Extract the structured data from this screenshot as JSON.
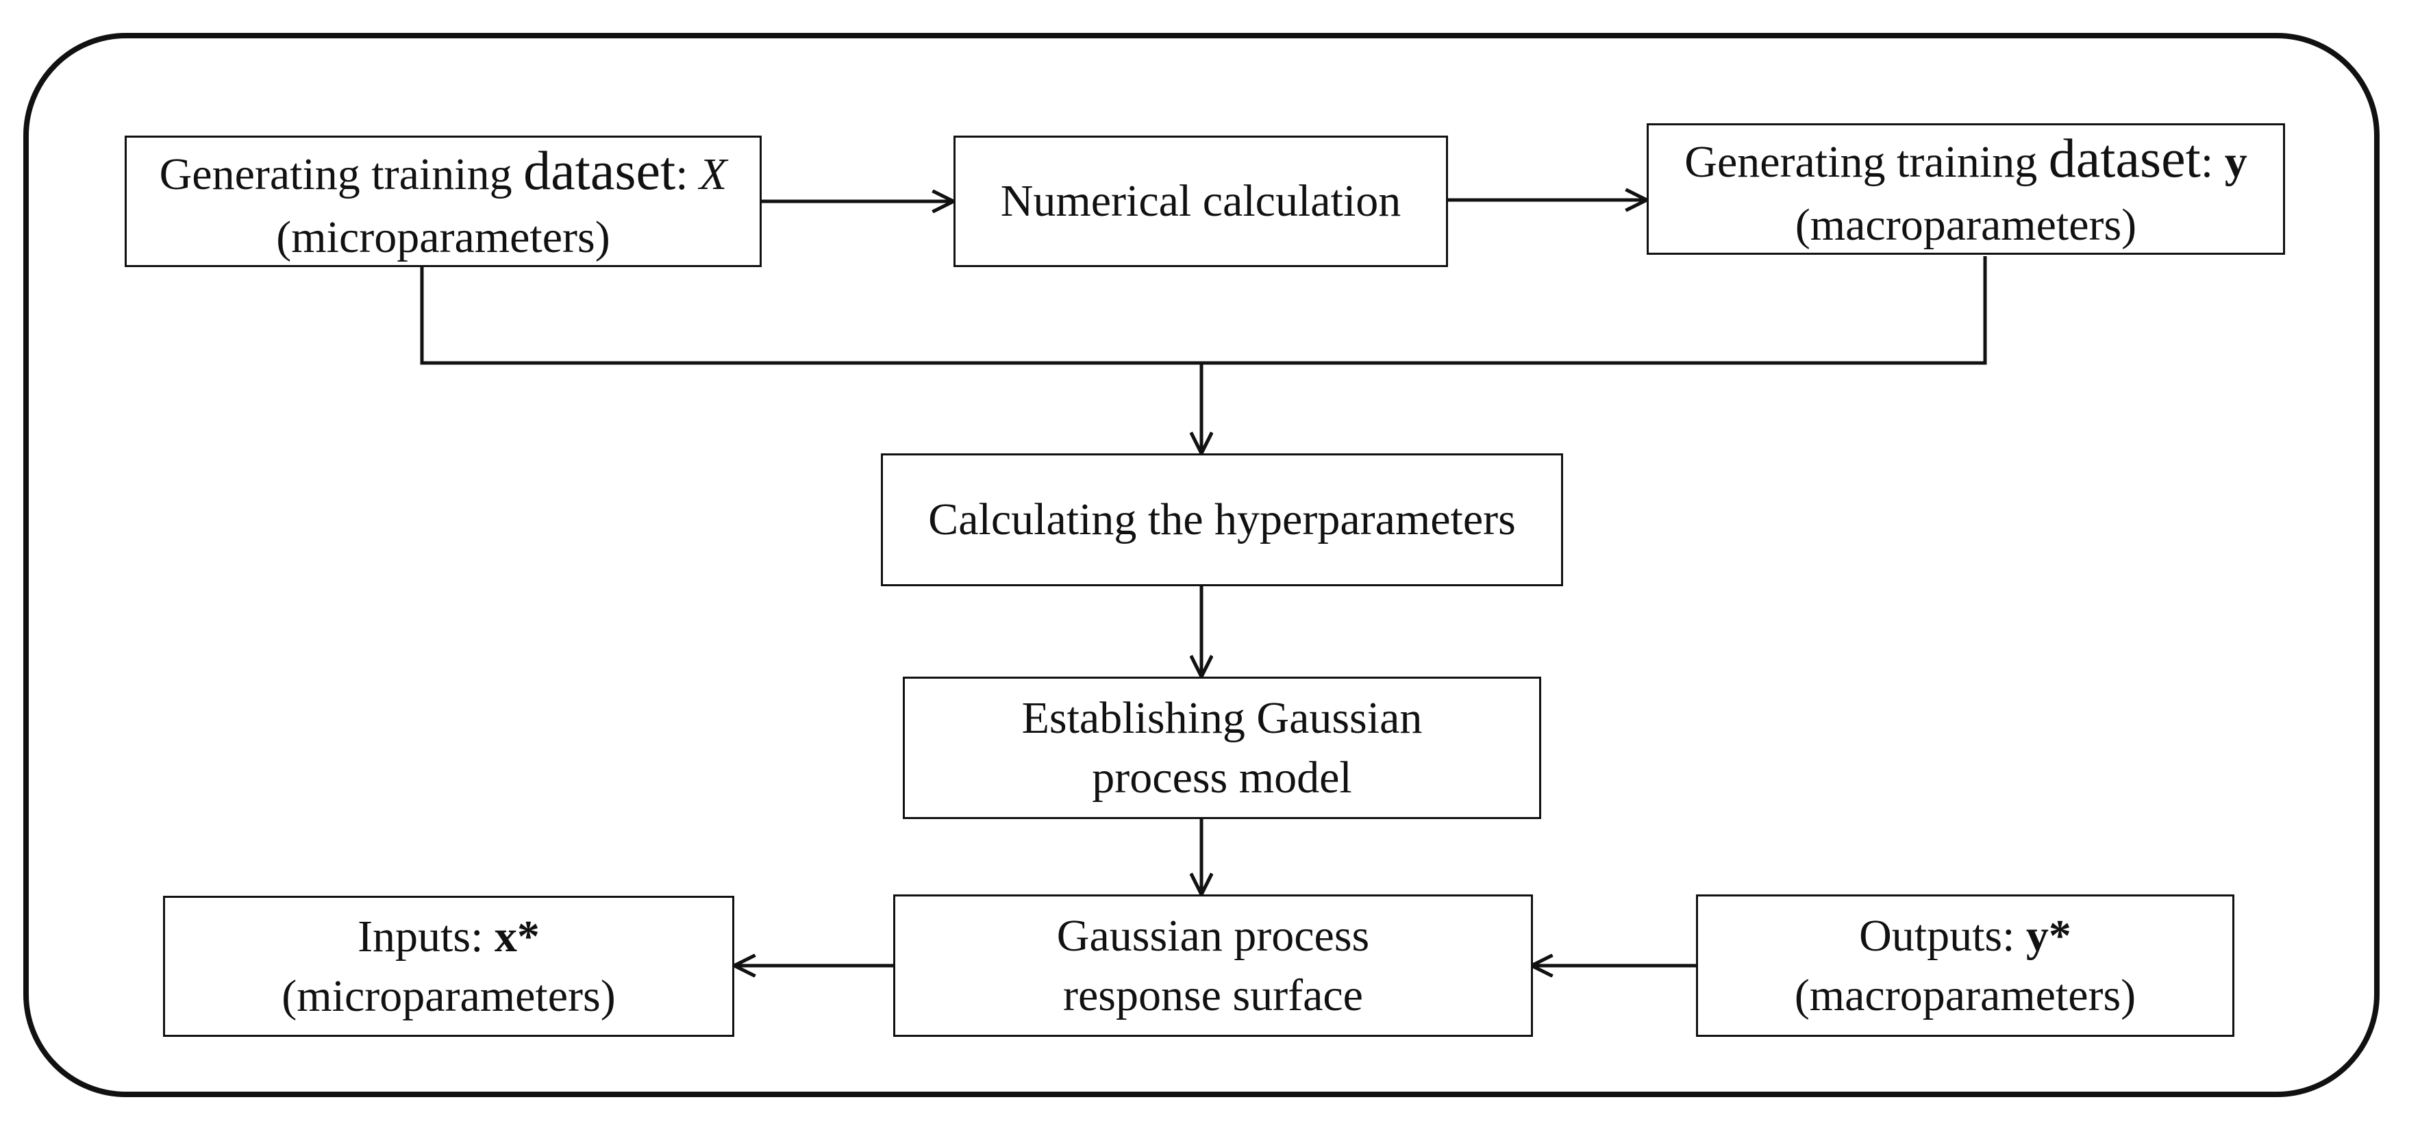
{
  "diagram": {
    "nodes": {
      "gen_x": {
        "line1_prefix": "Generating training ",
        "line1_dataset": "dataset",
        "line1_sep": ": ",
        "line1_var": "X",
        "line2": "(microparameters)"
      },
      "numerical": {
        "text": "Numerical calculation"
      },
      "gen_y": {
        "line1_prefix": "Generating training ",
        "line1_dataset": "dataset",
        "line1_sep": ": ",
        "line1_var": "y",
        "line2": "(macroparameters)"
      },
      "hyper": {
        "text": "Calculating the hyperparameters"
      },
      "gp_model": {
        "line1": "Establishing Gaussian",
        "line2": "process model"
      },
      "inputs": {
        "line1_prefix": "Inputs: ",
        "line1_var": "x*",
        "line2": "(microparameters)"
      },
      "response": {
        "line1": "Gaussian process",
        "line2": "response surface"
      },
      "outputs": {
        "line1_prefix": "Outputs: ",
        "line1_var": "y*",
        "line2": "(macroparameters)"
      }
    },
    "edges": [
      {
        "from": "gen_x",
        "to": "numerical"
      },
      {
        "from": "numerical",
        "to": "gen_y"
      },
      {
        "from": "gen_x",
        "to": "hyper"
      },
      {
        "from": "gen_y",
        "to": "hyper"
      },
      {
        "from": "hyper",
        "to": "gp_model"
      },
      {
        "from": "gp_model",
        "to": "response"
      },
      {
        "from": "response",
        "to": "inputs"
      },
      {
        "from": "outputs",
        "to": "response"
      }
    ]
  }
}
